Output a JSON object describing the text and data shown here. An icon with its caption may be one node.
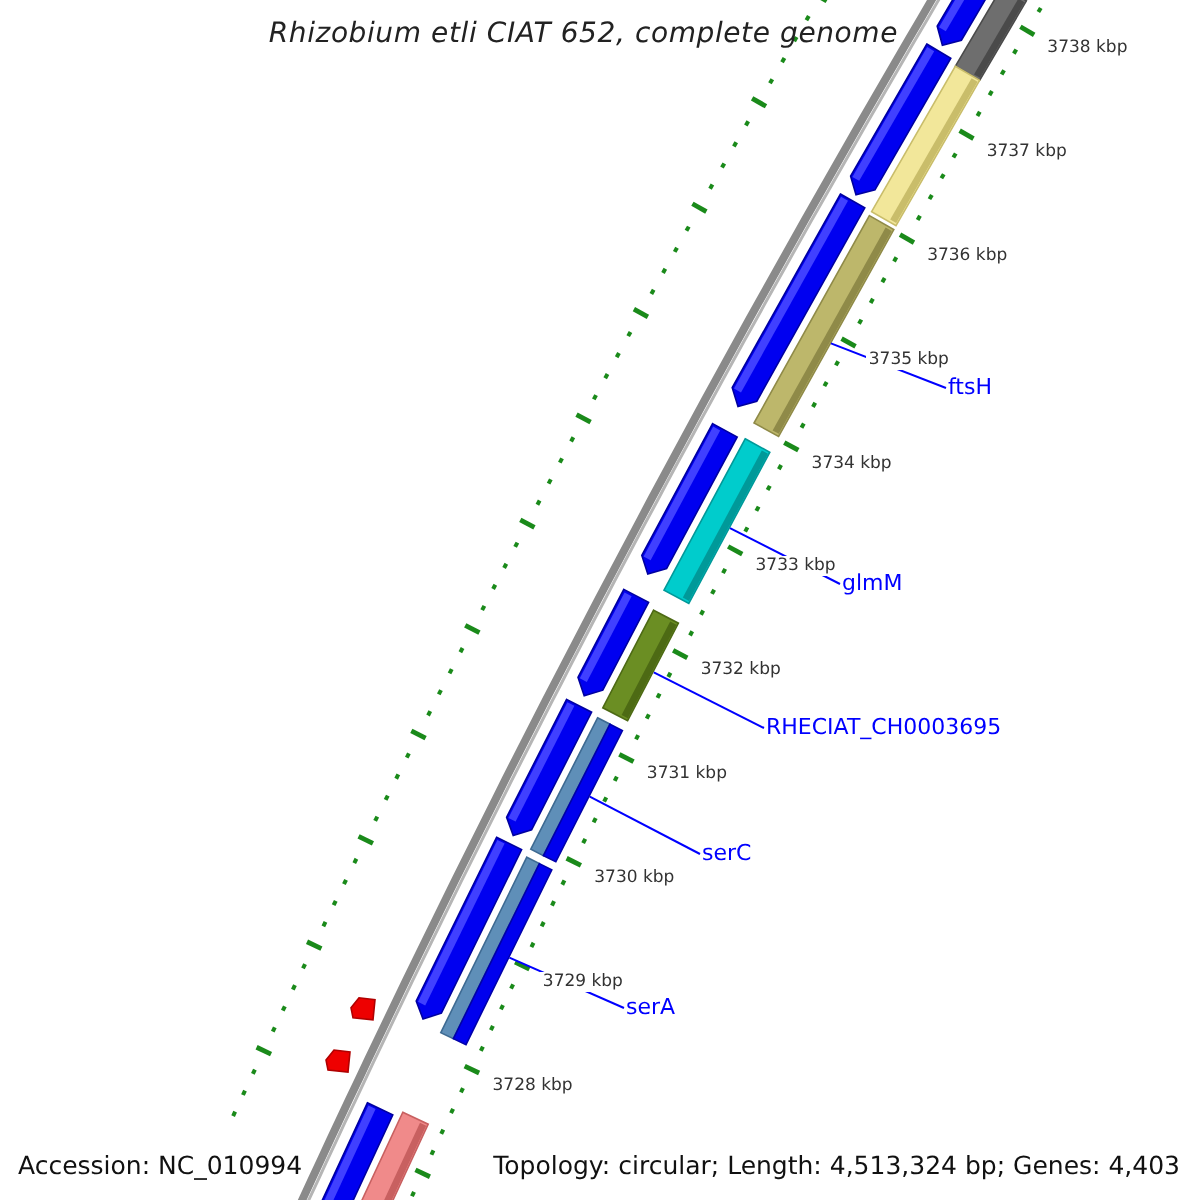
{
  "diagram": {
    "title": "Rhizobium etli CIAT 652, complete genome",
    "nodes": [
      {
        "text": [
          "ftsH"
        ]
      },
      {
        "text": [],
        "shape": "bar"
      },
      {
        "text": [
          "glmM"
        ]
      },
      {
        "text": [],
        "shape": "bar"
      },
      {
        "text": [
          "RHECIAT_CH0003695"
        ]
      },
      {
        "text": [],
        "shape": "bar"
      },
      {
        "text": [
          "serC"
        ]
      },
      {
        "text": [],
        "shape": "bar"
      },
      {
        "text": [
          "serA"
        ]
      },
      {
        "text": [],
        "shape": "bar"
      }
    ],
    "edges": [
      {
        "from": 0,
        "to": 1,
        "arrow": "none"
      },
      {
        "from": 2,
        "to": 3,
        "arrow": "none"
      },
      {
        "from": 4,
        "to": 5,
        "arrow": "none"
      },
      {
        "from": 6,
        "to": 7,
        "arrow": "none"
      },
      {
        "from": 8,
        "to": 9,
        "arrow": "none"
      }
    ],
    "labels": [
      "3738 kbp",
      "3737 kbp",
      "3736 kbp",
      "3735 kbp",
      "3734 kbp",
      "3733 kbp",
      "3732 kbp",
      "3731 kbp",
      "3730 kbp",
      "3729 kbp",
      "3728 kbp",
      "Accession: NC_010994",
      "Topology: circular; Length: 4,513,324 bp; Genes: 4,403"
    ]
  }
}
